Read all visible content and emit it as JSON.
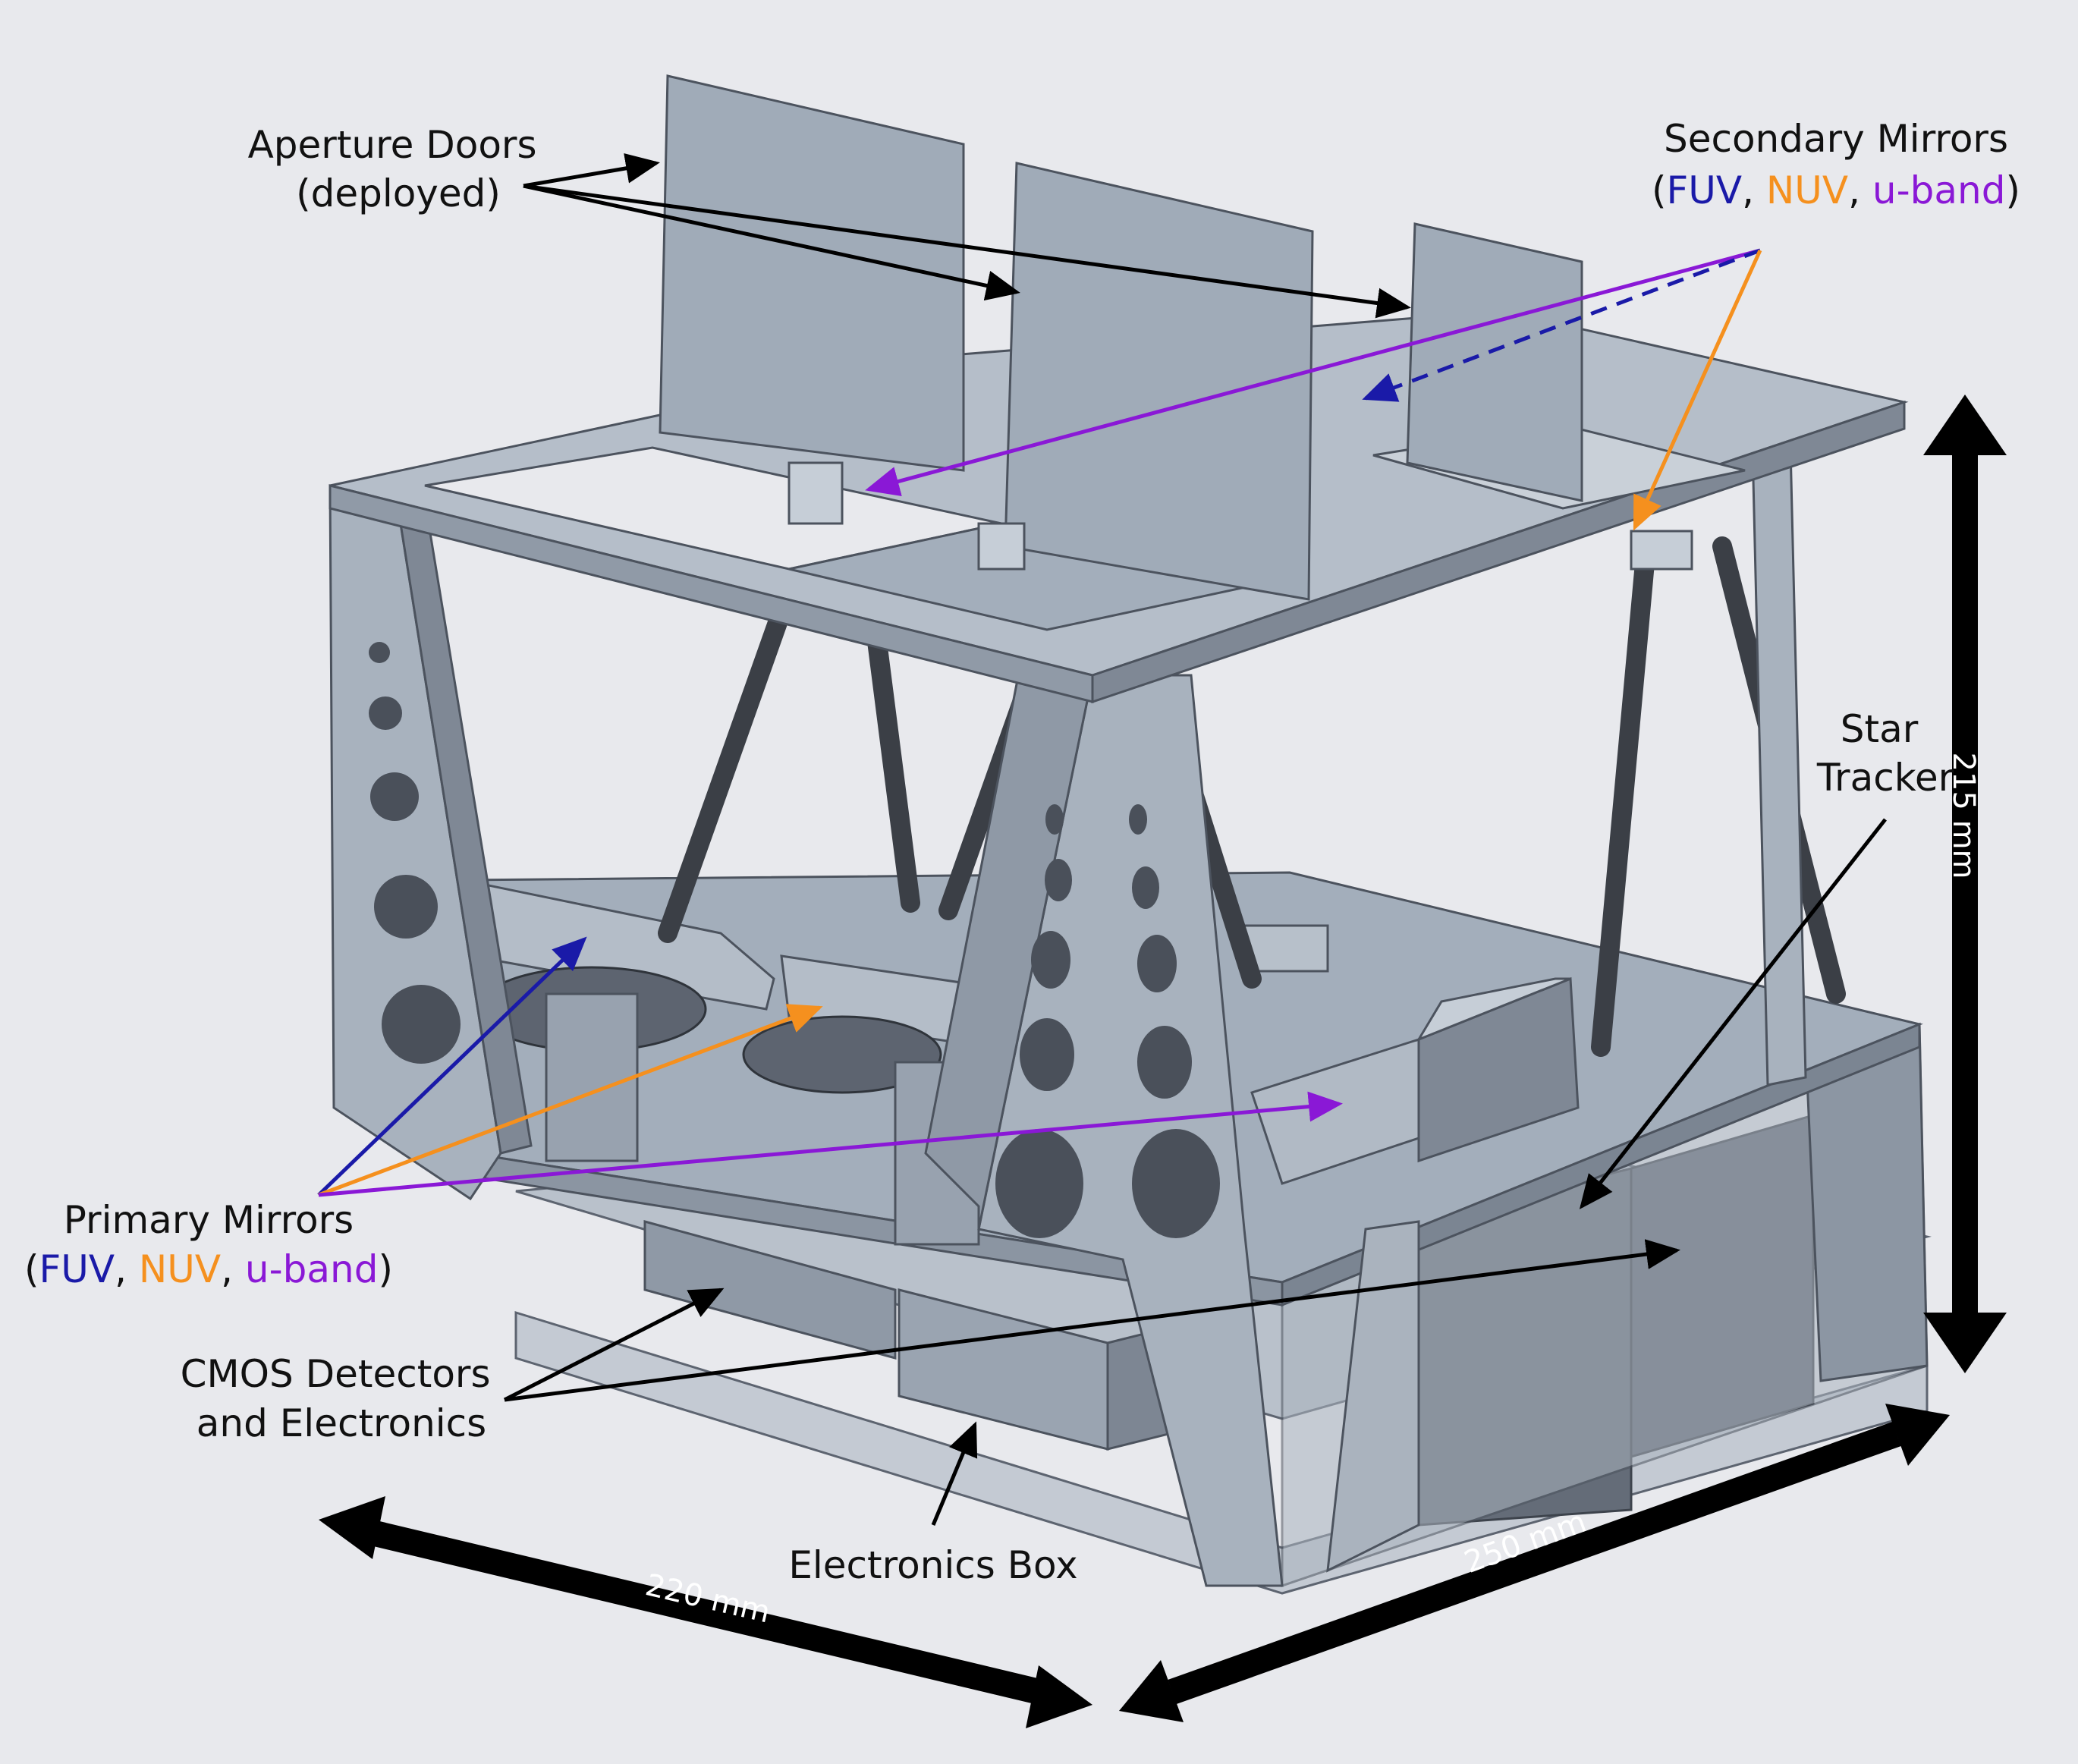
{
  "colors": {
    "background": "#e8e9ed",
    "fuv": "#1a1aa8",
    "nuv": "#f5901e",
    "uband": "#8a18d6",
    "frame_light": "#a3aebb",
    "frame_dark": "#6d7582"
  },
  "labels": {
    "aperture_doors": {
      "line1": "Aperture Doors",
      "line2": "(deployed)"
    },
    "secondary_mirrors": {
      "title": "Secondary Mirrors",
      "open": "(",
      "fuv": "FUV",
      "sep1": ", ",
      "nuv": "NUV",
      "sep2": ", ",
      "uband": "u-band",
      "close": ")"
    },
    "primary_mirrors": {
      "title": "Primary Mirrors",
      "open": "(",
      "fuv": "FUV",
      "sep1": ", ",
      "nuv": "NUV",
      "sep2": ", ",
      "uband": "u-band",
      "close": ")"
    },
    "star_tracker": {
      "line1": "Star",
      "line2": "Tracker"
    },
    "cmos": {
      "line1": "CMOS Detectors",
      "line2": "and Electronics"
    },
    "electronics_box": "Electronics Box"
  },
  "dimensions": {
    "height": "215 mm",
    "depth": "220 mm",
    "width": "250 mm"
  }
}
